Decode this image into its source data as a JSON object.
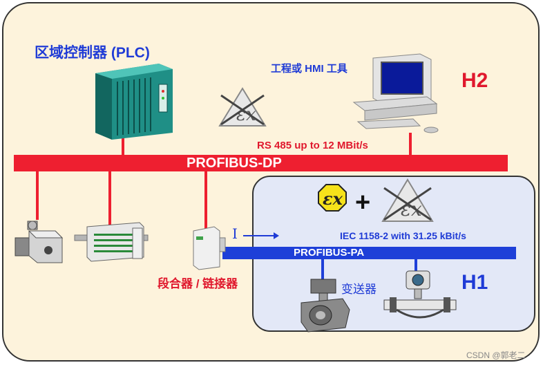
{
  "title_plc": "区域控制器 (PLC)",
  "hmi_label": "工程或 HMI 工具",
  "level_h2": "H2",
  "level_h1": "H1",
  "rs485_label": "RS 485 up to 12 MBit/s",
  "dp_bus_label": "PROFIBUS-DP",
  "pa_bus_label": "PROFIBUS-PA",
  "iec_label": "IEC 1158-2 with 31.25 kBit/s",
  "coupler_label": "段合器 / 链接器",
  "transmitter_label": "变送器",
  "current_label": "I",
  "plus_sign": "+",
  "watermark": "CSDN @郭老二",
  "colors": {
    "dp_bus": "#ee1f30",
    "pa_bus": "#1e3fd8",
    "title_blue": "#1f3bd6",
    "alert_red": "#e0182d",
    "background": "#fdf3dc",
    "pa_zone": "#e3e8f7",
    "ex_yellow": "#f6e21a"
  },
  "icons": [
    "plc-rack-icon",
    "workstation-icon",
    "ex-crossed-icon",
    "ex-hazard-icon",
    "pump-icon",
    "io-module-icon",
    "coupler-icon",
    "valve-positioner-icon",
    "flow-transmitter-icon"
  ]
}
